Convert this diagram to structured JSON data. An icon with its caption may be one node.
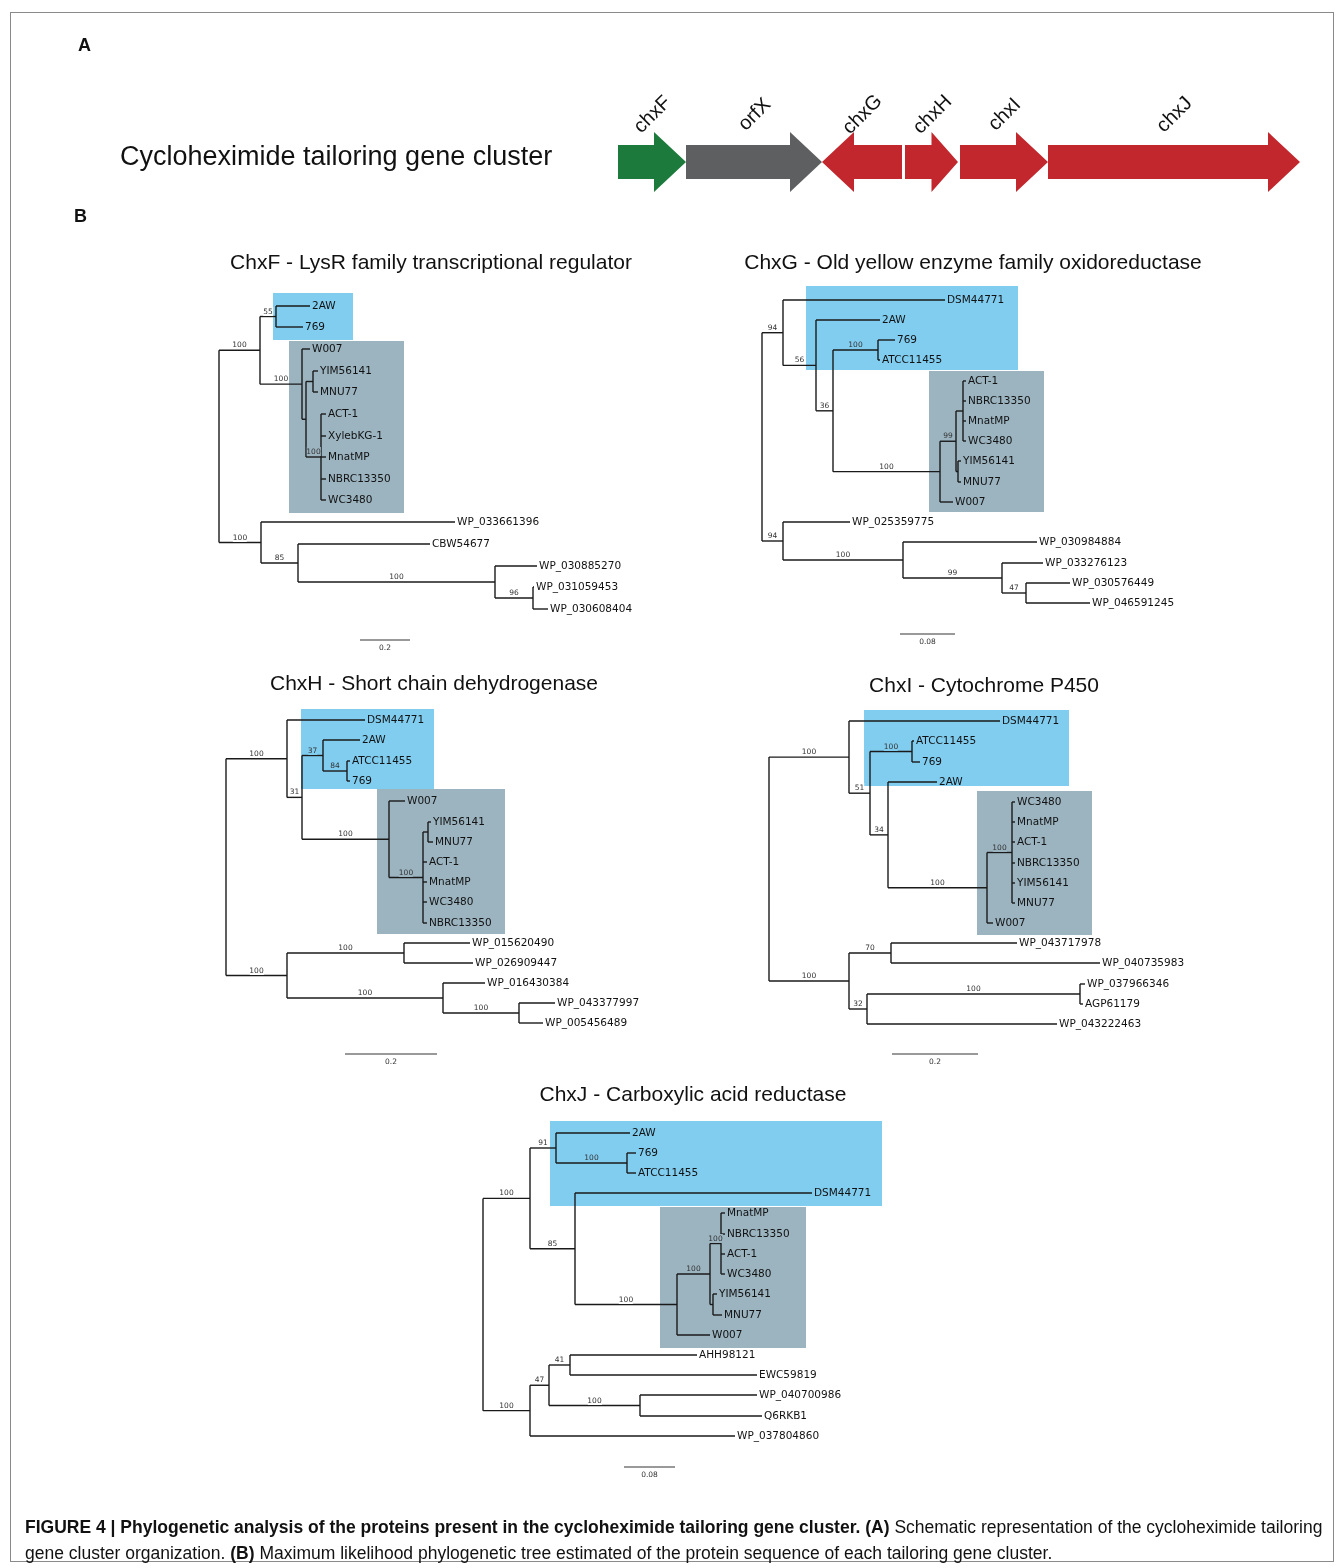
{
  "diagram": {
    "caption": "**FIGURE 4 | Phylogenetic analysis of the proteins present in the cycloheximide tailoring gene cluster. (A)** Schematic representation of the cycloheximide tailoring gene cluster organization. **(B)** Maximum likelihood phylogenetic tree estimated of the protein sequence of each tailoring gene cluster.",
    "labels": [
      "A",
      "Cycloheximide tailoring gene cluster",
      "chxF",
      "orfX",
      "chxG",
      "chxH",
      "chxI",
      "chxJ",
      "B",
      "ChxF - LysR family transcriptional regulator",
      "100",
      "55",
      "2AW",
      "769",
      "100",
      "W007",
      "YIM56141",
      "MNU77",
      "100",
      "ACT-1",
      "XylebKG-1",
      "MnatMP",
      "NBRC13350",
      "WC3480",
      "100",
      "WP_033661396",
      "85",
      "CBW54677",
      "100",
      "WP_030885270",
      "96",
      "WP_031059453",
      "WP_030608404",
      "0.2",
      "ChxG - Old yellow enzyme family oxidoreductase",
      "94",
      "DSM44771",
      "56",
      "2AW",
      "36",
      "100",
      "769",
      "ATCC11455",
      "100",
      "99",
      "ACT-1",
      "NBRC13350",
      "MnatMP",
      "WC3480",
      "YIM56141",
      "MNU77",
      "W007",
      "94",
      "WP_025359775",
      "100",
      "WP_030984884",
      "99",
      "WP_033276123",
      "47",
      "WP_030576449",
      "WP_046591245",
      "0.08",
      "ChxH - Short chain dehydrogenase",
      "100",
      "DSM44771",
      "31",
      "37",
      "2AW",
      "84",
      "ATCC11455",
      "769",
      "100",
      "W007",
      "100",
      "YIM56141",
      "MNU77",
      "ACT-1",
      "MnatMP",
      "WC3480",
      "NBRC13350",
      "100",
      "100",
      "WP_015620490",
      "WP_026909447",
      "100",
      "WP_016430384",
      "100",
      "WP_043377997",
      "WP_005456489",
      "0.2",
      "ChxI - Cytochrome P450",
      "100",
      "DSM44771",
      "51",
      "100",
      "ATCC11455",
      "769",
      "34",
      "2AW",
      "100",
      "100",
      "WC3480",
      "MnatMP",
      "ACT-1",
      "NBRC13350",
      "YIM56141",
      "MNU77",
      "W007",
      "100",
      "70",
      "WP_043717978",
      "WP_040735983",
      "32",
      "100",
      "WP_037966346",
      "AGP61179",
      "WP_043222463",
      "0.2",
      "ChxJ - Carboxylic acid reductase",
      "100",
      "91",
      "2AW",
      "100",
      "769",
      "ATCC11455",
      "85",
      "DSM44771",
      "100",
      "100",
      "100",
      "MnatMP",
      "NBRC13350",
      "ACT-1",
      "WC3480",
      "YIM56141",
      "MNU77",
      "W007",
      "100",
      "47",
      "41",
      "AHH98121",
      "EWC59819",
      "100",
      "WP_040700986",
      "Q6RKB1",
      "WP_037804860",
      "0.08"
    ]
  }
}
